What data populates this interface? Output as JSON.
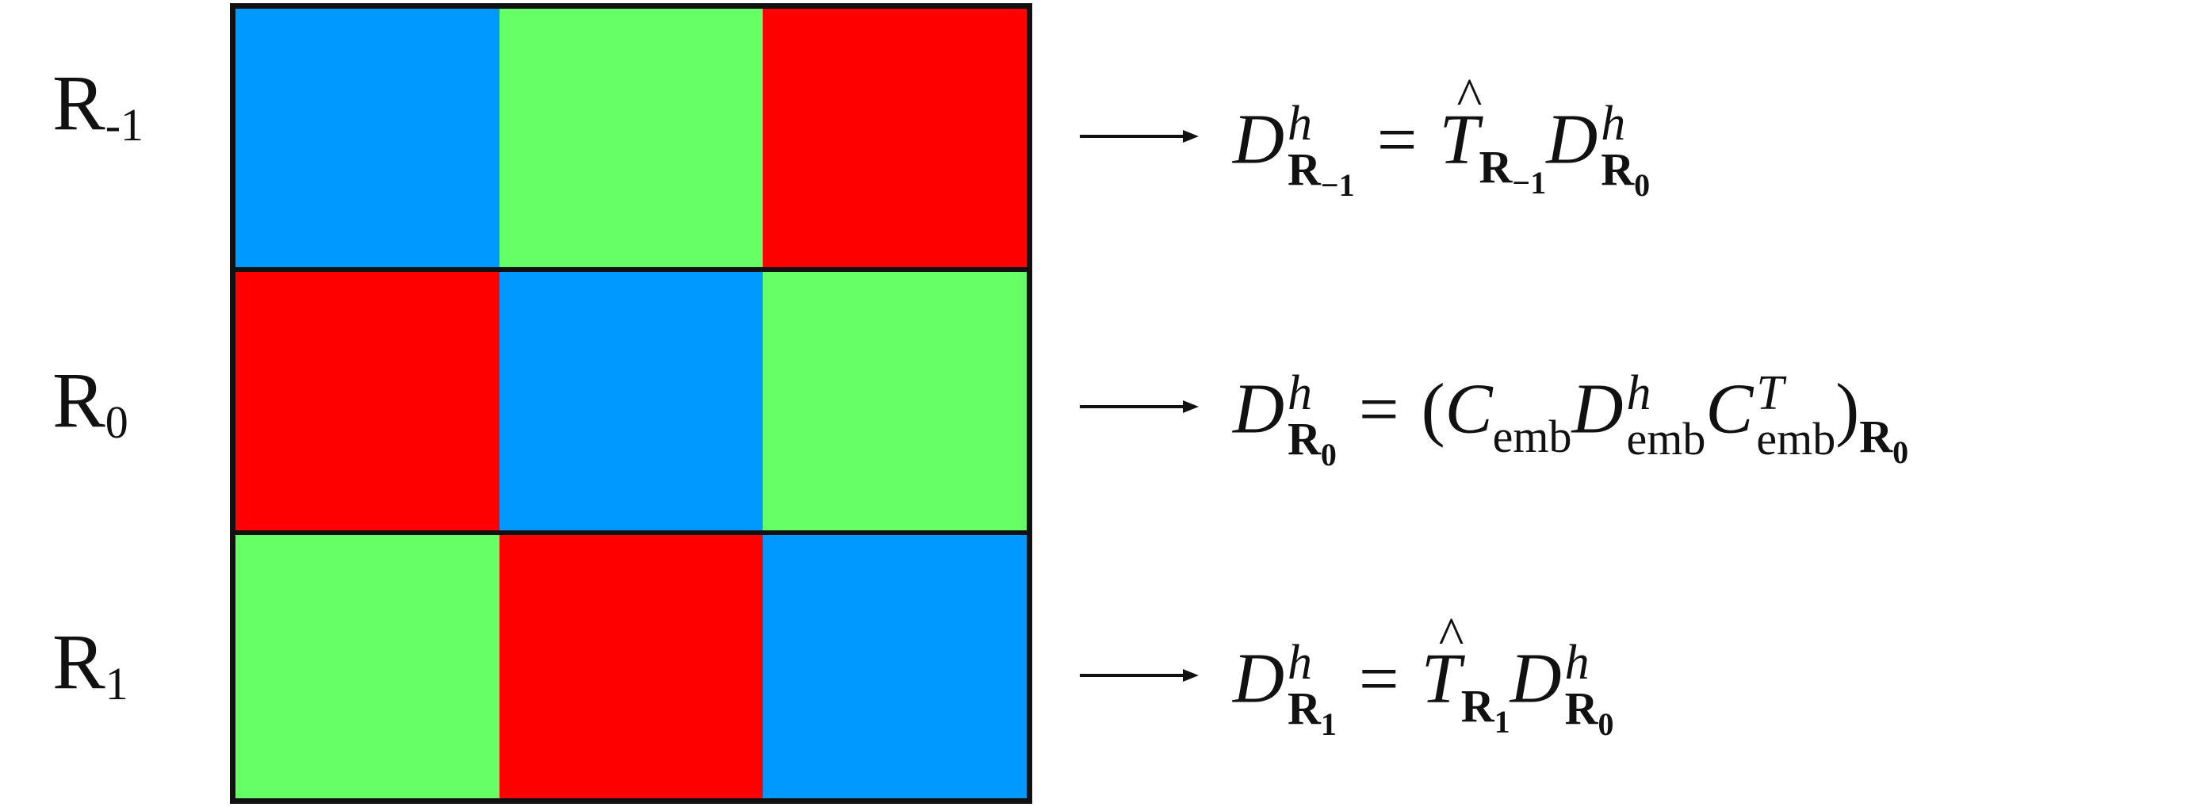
{
  "rows": [
    {
      "label_main": "R",
      "label_sub": "-1",
      "colors": [
        "#0099ff",
        "#66ff66",
        "#ff0000"
      ]
    },
    {
      "label_main": "R",
      "label_sub": "0",
      "colors": [
        "#ff0000",
        "#0099ff",
        "#66ff66"
      ]
    },
    {
      "label_main": "R",
      "label_sub": "1",
      "colors": [
        "#66ff66",
        "#ff0000",
        "#0099ff"
      ]
    }
  ],
  "symbols": {
    "D": "D",
    "T": "T",
    "C": "C",
    "h": "h",
    "T_sup": "T",
    "R": "R",
    "equals": "=",
    "lparen": "(",
    "rparen": ")",
    "emb": "emb",
    "sub_minus1": "−1",
    "sub_0": "0",
    "sub_1": "1"
  },
  "colors": {
    "blue": "#0099ff",
    "green": "#66ff66",
    "red": "#ff0000",
    "border": "#111111"
  },
  "icons": [
    "right-arrow-icon"
  ]
}
